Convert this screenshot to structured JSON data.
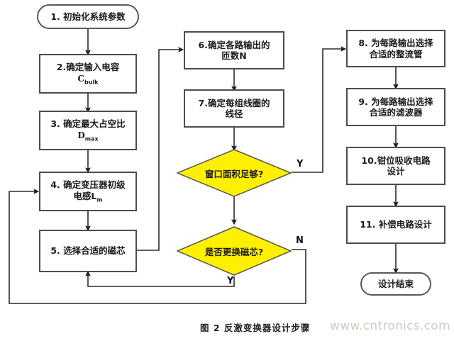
{
  "figure": {
    "caption": "图 2 反激变换器设计步骤",
    "watermark": "www.cntronics.com",
    "decision_fill": "#FFF000",
    "line_color": "#2b2b2b",
    "box_border": "#4d4d4d"
  },
  "nodes": {
    "n1": {
      "id": "1",
      "type": "terminator",
      "text": "1. 初始化系统参数"
    },
    "n2": {
      "id": "2",
      "type": "process",
      "line1": "2.确定输入电容",
      "line2_base": "C",
      "line2_sub": "bulk"
    },
    "n3": {
      "id": "3",
      "type": "process",
      "line1": "3. 确定最大占空比",
      "line2_base": "D",
      "line2_sub": "max"
    },
    "n4": {
      "id": "4",
      "type": "process",
      "line1": "4. 确定变压器初级",
      "line2_base": "电感L",
      "line2_sub": "m"
    },
    "n5": {
      "id": "5",
      "type": "process",
      "line1": "5. 选择合适的磁芯"
    },
    "n6": {
      "id": "6",
      "type": "process",
      "line1": "6.确定各路输出的",
      "line2_base": "匝数N"
    },
    "n7": {
      "id": "7",
      "type": "process",
      "line1": "7.确定每组线圈的",
      "line2_base": "线径"
    },
    "d1": {
      "id": "d1",
      "type": "decision",
      "text": "窗口面积足够?"
    },
    "d2": {
      "id": "d2",
      "type": "decision",
      "text": "是否更换磁芯?"
    },
    "n8": {
      "id": "8",
      "type": "process",
      "line1": "8. 为每路输出选择",
      "line2_base": "合适的整流管"
    },
    "n9": {
      "id": "9",
      "type": "process",
      "line1": "9. 为每路输出选择",
      "line2_base": "合适的滤波器"
    },
    "n10": {
      "id": "10",
      "type": "process",
      "line1": "10.钳位吸收电路",
      "line2_base": "设计"
    },
    "n11": {
      "id": "11",
      "type": "process",
      "line1": "11. 补偿电路设计"
    },
    "end": {
      "id": "end",
      "type": "terminator",
      "text": "设计结束"
    }
  },
  "branch_labels": {
    "d1_yes": "Y",
    "d2_no": "N",
    "d2_yes": "Y"
  },
  "edges": [
    {
      "from": "n1",
      "to": "n2",
      "label": ""
    },
    {
      "from": "n2",
      "to": "n3",
      "label": ""
    },
    {
      "from": "n3",
      "to": "n4",
      "label": ""
    },
    {
      "from": "n4",
      "to": "n5",
      "label": ""
    },
    {
      "from": "n5",
      "to": "n6",
      "label": ""
    },
    {
      "from": "n6",
      "to": "n7",
      "label": ""
    },
    {
      "from": "n7",
      "to": "d1",
      "label": ""
    },
    {
      "from": "d1",
      "to": "n8",
      "label": "Y"
    },
    {
      "from": "d1",
      "to": "d2",
      "label": ""
    },
    {
      "from": "d2",
      "to": "n5",
      "label": "Y"
    },
    {
      "from": "d2",
      "to": "n4",
      "label": "N"
    },
    {
      "from": "n8",
      "to": "n9",
      "label": ""
    },
    {
      "from": "n9",
      "to": "n10",
      "label": ""
    },
    {
      "from": "n10",
      "to": "n11",
      "label": ""
    },
    {
      "from": "n11",
      "to": "end",
      "label": ""
    }
  ]
}
